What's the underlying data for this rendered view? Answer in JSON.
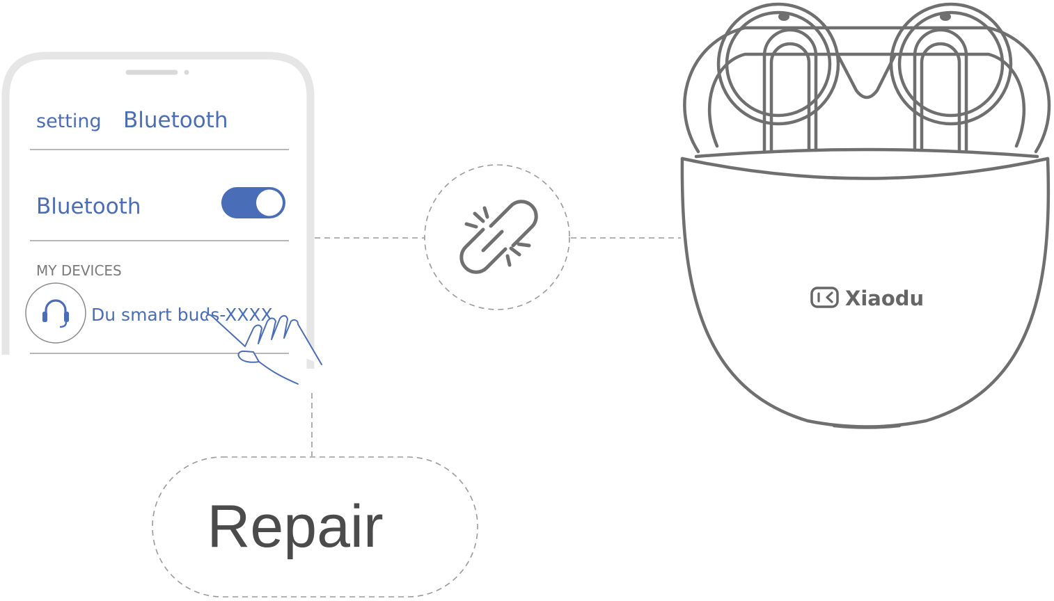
{
  "phone": {
    "header": {
      "back_label": "setting",
      "title": "Bluetooth"
    },
    "bluetooth_row": {
      "label": "Bluetooth",
      "toggle_on": true
    },
    "section_header": "MY DEVICES",
    "device": {
      "name": "Du smart buds-XXXX",
      "icon": "headset-icon"
    }
  },
  "link_icon": "broken-link-icon",
  "action": {
    "label": "Repair"
  },
  "case": {
    "brand": "Xiaodu",
    "brand_icon": "xiaodu-logo-icon"
  },
  "colors": {
    "accent": "#4a6db7",
    "line": "#6f6f6f",
    "dash": "#9a9a9a",
    "phone_frame": "#e6e6e6"
  }
}
